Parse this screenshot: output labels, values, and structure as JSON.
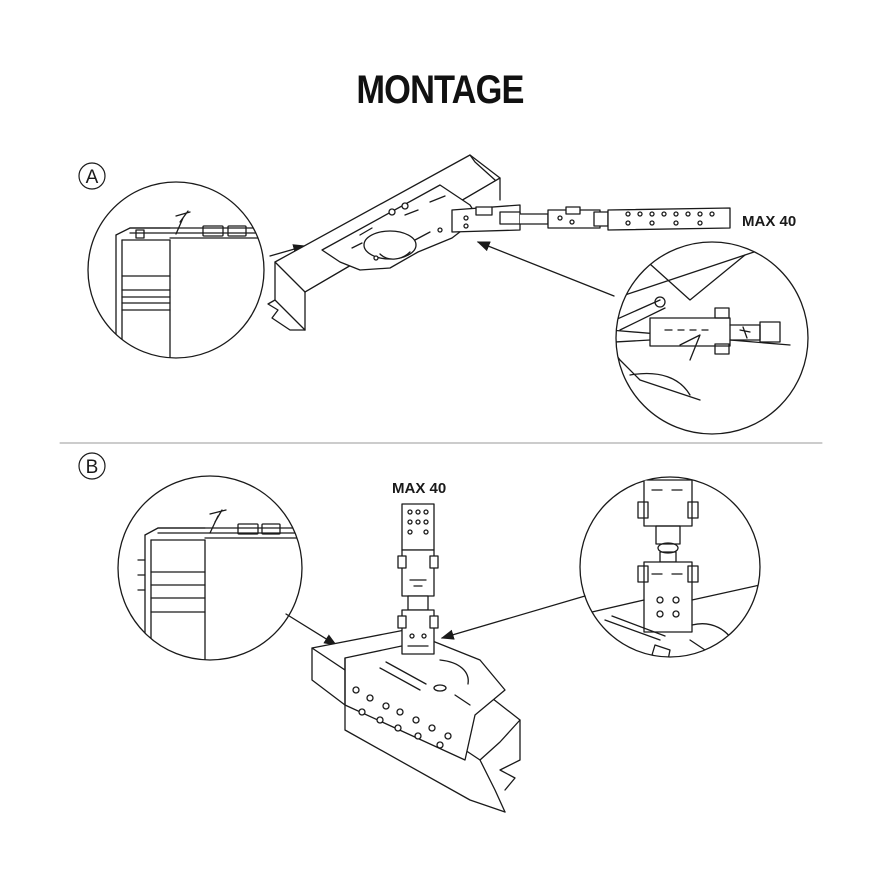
{
  "title": "MONTAGE",
  "sections": [
    {
      "letter": "A",
      "annotation": "MAX 40"
    },
    {
      "letter": "B",
      "annotation": "MAX 40"
    }
  ],
  "colors": {
    "ink": "#1a1a1a",
    "paper": "#ffffff",
    "divider": "#9a9a9a"
  }
}
